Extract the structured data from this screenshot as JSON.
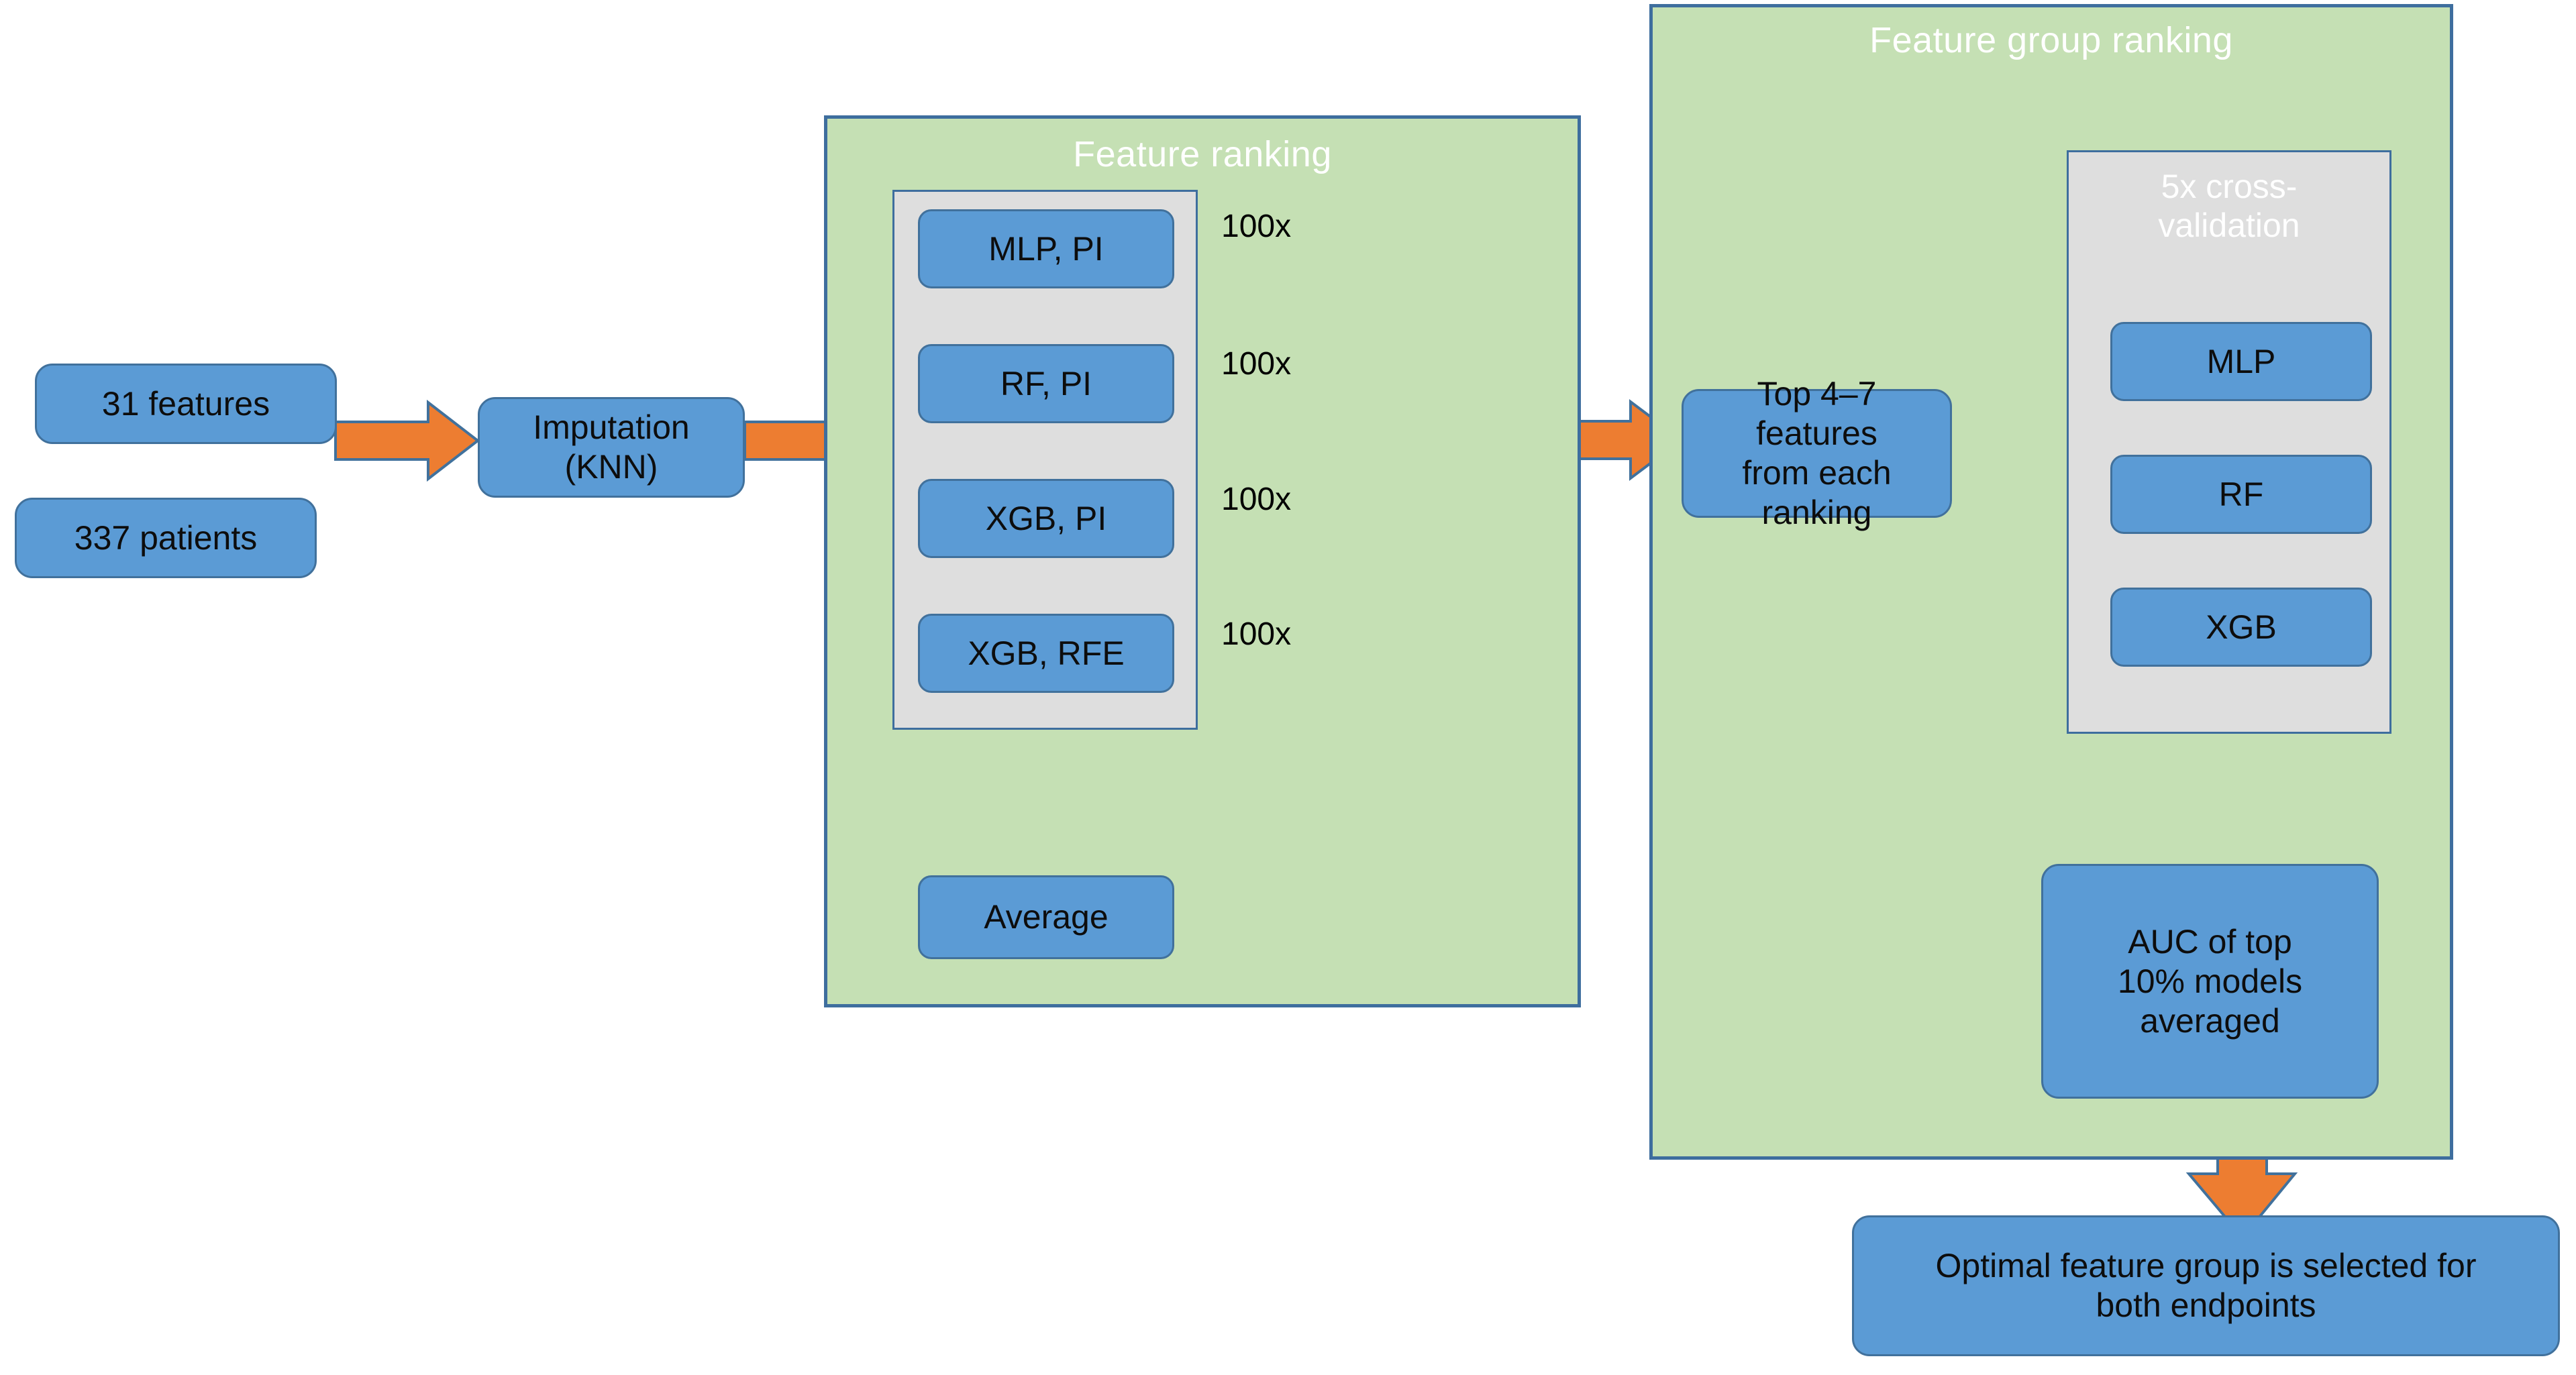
{
  "diagram": {
    "title": "Machine-learning feature selection and feature group ranking pipeline",
    "colors": {
      "node_fill": "#5B9BD5",
      "node_stroke": "#41719C",
      "panel_fill": "#C5E0B4",
      "panel_stroke": "#3E6E9E",
      "subpanel_fill": "#DEDEDE",
      "arrow_orange": "#ED7D31",
      "arrow_blue": "#5B9BD5",
      "connector_black": "#000000",
      "panel_title_text": "#FFFFFF",
      "node_text": "#0D0D0D",
      "background": "#FFFFFF"
    }
  },
  "inputs": {
    "features_box": "31 features",
    "patients_box": "337 patients"
  },
  "preprocess": {
    "imputation_box": "Imputation\n(KNN)"
  },
  "feature_ranking_panel": {
    "title": "Feature ranking",
    "rankers_group": {
      "items": [
        {
          "label": "MLP, PI",
          "repeats": "100x"
        },
        {
          "label": "RF, PI",
          "repeats": "100x"
        },
        {
          "label": "XGB, PI",
          "repeats": "100x"
        },
        {
          "label": "XGB, RFE",
          "repeats": "100x"
        }
      ]
    },
    "average_box": "Average"
  },
  "bridge": {
    "top_features_box": "Top 4–7\nfeatures\nfrom each\nranking"
  },
  "feature_group_panel": {
    "title": "Feature group ranking",
    "cross_validation_group": {
      "title": "5x cross-\nvalidation",
      "models": [
        {
          "label": "MLP"
        },
        {
          "label": "RF"
        },
        {
          "label": "XGB"
        }
      ]
    },
    "auc_box": "AUC of top\n10% models\naveraged"
  },
  "output": {
    "final_box": "Optimal feature group is selected for\nboth endpoints"
  }
}
